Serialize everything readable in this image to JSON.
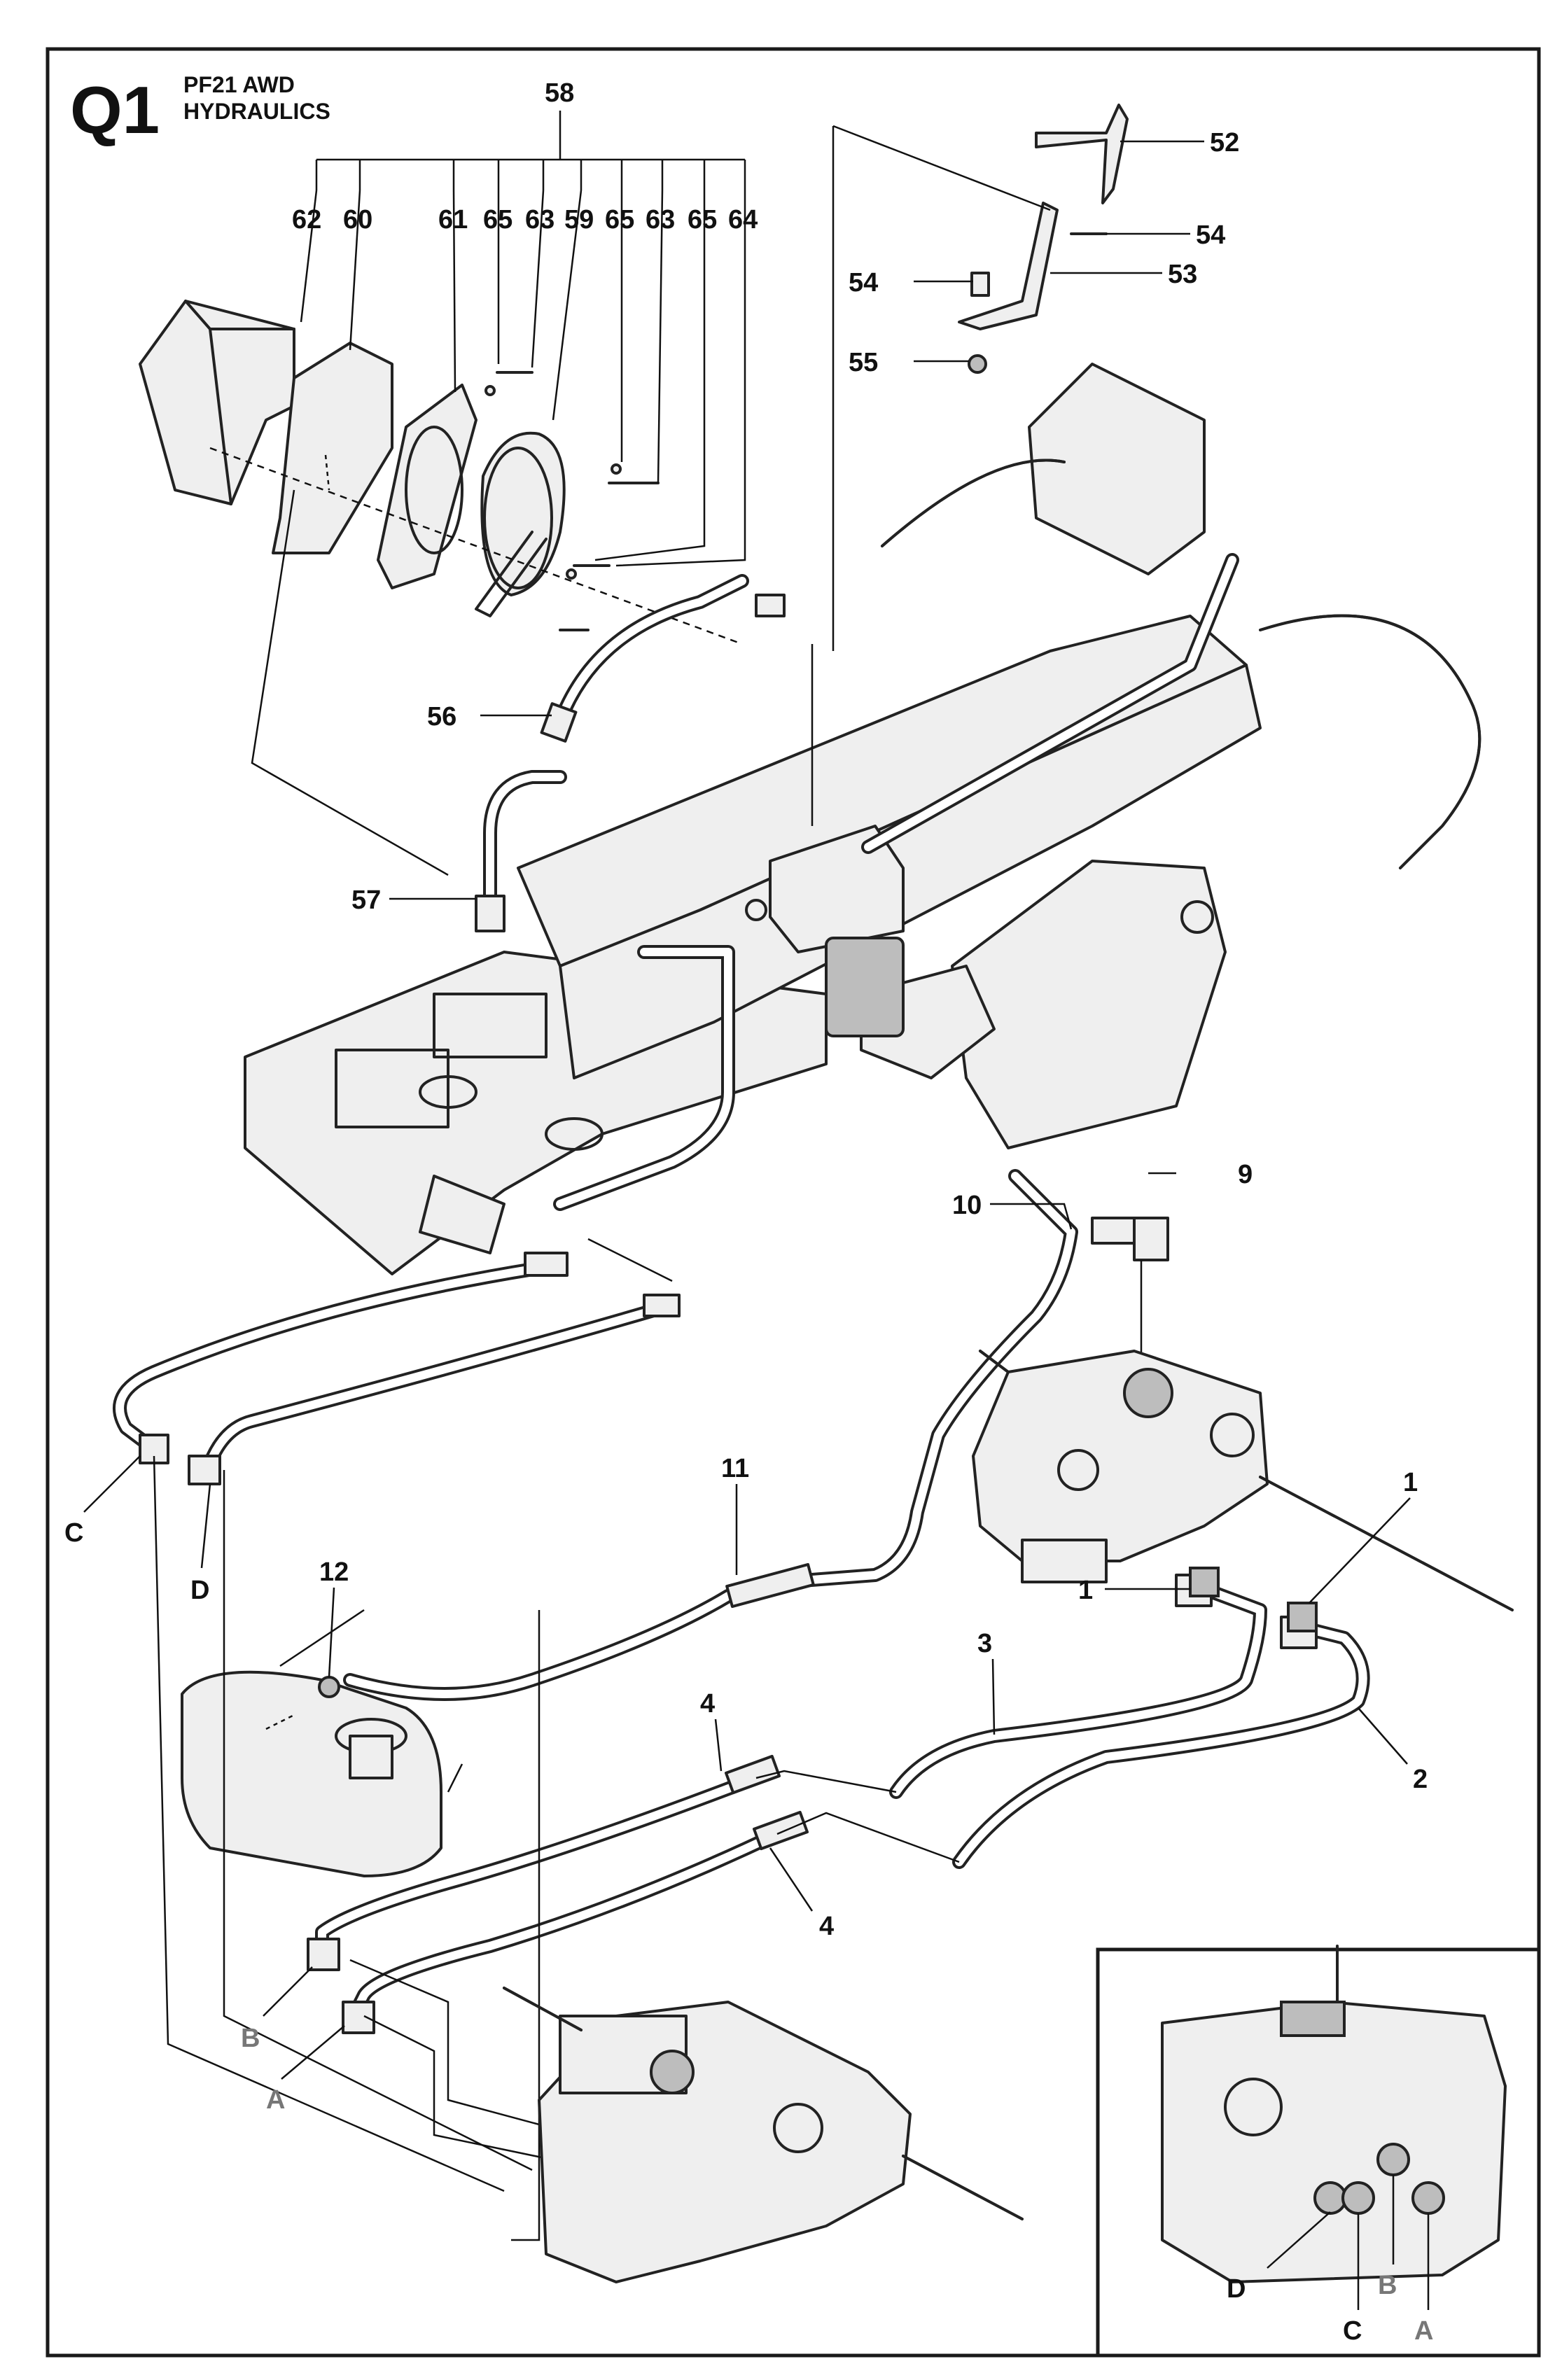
{
  "header": {
    "code": "Q1",
    "model": "PF21 AWD",
    "section": "HYDRAULICS"
  },
  "callouts": {
    "c58": "58",
    "c62": "62",
    "c60": "60",
    "c61": "61",
    "c65a": "65",
    "c63a": "63",
    "c59": "59",
    "c65b": "65",
    "c63b": "63",
    "c65c": "65",
    "c64": "64",
    "c52": "52",
    "c54a": "54",
    "c54b": "54",
    "c53": "53",
    "c55": "55",
    "c56": "56",
    "c57": "57",
    "c9": "9",
    "c10": "10",
    "c11": "11",
    "c12": "12",
    "c1a": "1",
    "c1b": "1",
    "c3": "3",
    "c4a": "4",
    "c4b": "4",
    "c2": "2"
  },
  "ports": {
    "C": "C",
    "D": "D",
    "B": "B",
    "A": "A"
  },
  "inset_ports": {
    "D": "D",
    "C": "C",
    "B": "B",
    "A": "A"
  }
}
